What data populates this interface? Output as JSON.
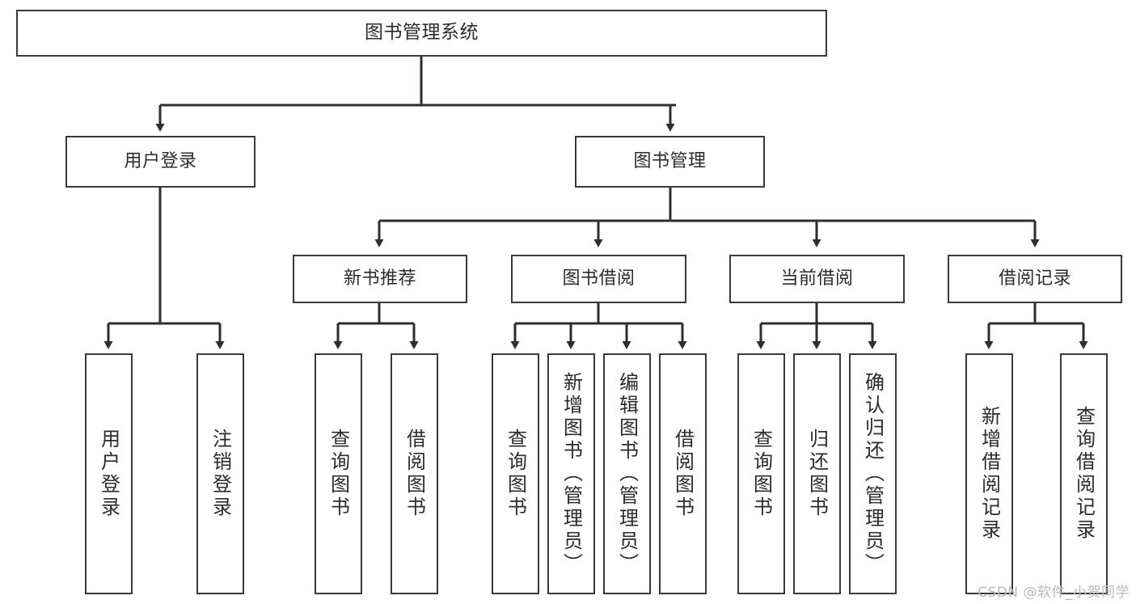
{
  "diagram": {
    "title": "图书管理系统",
    "type": "tree",
    "watermark": "CSDN @软件_小贺同学",
    "colors": {
      "box_border": "#3a3a3a",
      "box_fill": "#ffffff",
      "connector": "#2e2e2e",
      "text": "#2b2b2b",
      "watermark": "#b9b9b9"
    },
    "root": {
      "label": "图书管理系统"
    },
    "level1": [
      {
        "label": "用户登录"
      },
      {
        "label": "图书管理"
      }
    ],
    "level2": [
      {
        "label": "新书推荐"
      },
      {
        "label": "图书借阅"
      },
      {
        "label": "当前借阅"
      },
      {
        "label": "借阅记录"
      }
    ],
    "leaves": {
      "user_login": [
        {
          "label": "用户登录"
        },
        {
          "label": "注销登录"
        }
      ],
      "new_book_recommend": [
        {
          "label": "查询图书"
        },
        {
          "label": "借阅图书"
        }
      ],
      "book_borrow": [
        {
          "label": "查询图书"
        },
        {
          "label": "新增图书（管理员）"
        },
        {
          "label": "编辑图书（管理员）"
        },
        {
          "label": "借阅图书"
        }
      ],
      "current_borrow": [
        {
          "label": "查询图书"
        },
        {
          "label": "归还图书"
        },
        {
          "label": "确认归还（管理员）"
        }
      ],
      "borrow_records": [
        {
          "label": "新增借阅记录"
        },
        {
          "label": "查询借阅记录"
        }
      ]
    }
  }
}
